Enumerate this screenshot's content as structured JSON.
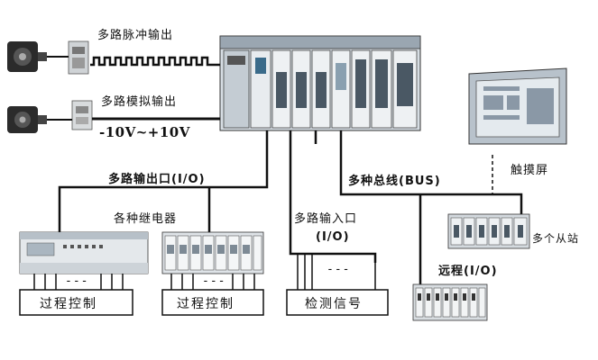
{
  "diagram": {
    "labels": {
      "pulse_output": "多路脉冲输出",
      "analog_output": "多路模拟输出",
      "voltage_range": "-10V~+10V",
      "output_port": "多路输出口(I/O)",
      "relays": "各种继电器",
      "input_port_line1": "多路输入口",
      "input_port_line2": "(I/O)",
      "bus": "多种总线(BUS)",
      "touchscreen": "触摸屏",
      "slave_stations": "多个从站",
      "remote_io": "远程(I/O)"
    },
    "boxes": {
      "process_control_1": "过程控制",
      "process_control_2": "过程控制",
      "detection_signal": "检测信号"
    },
    "terminal_dashes": {
      "left": "---",
      "middle": "---",
      "input": "---"
    }
  }
}
